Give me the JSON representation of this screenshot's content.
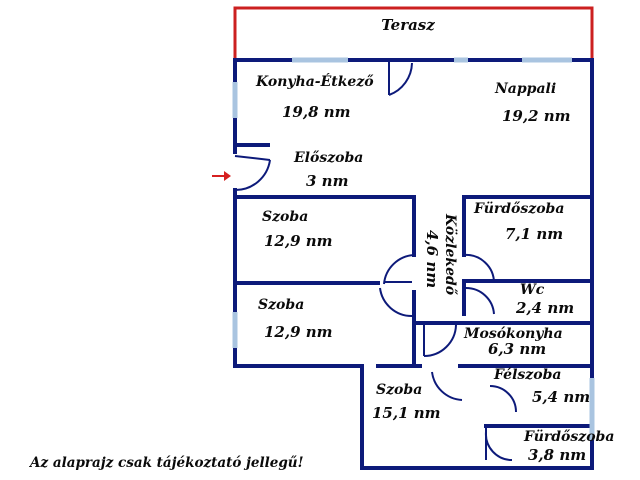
{
  "plan": {
    "terrace": {
      "name": "Terasz"
    },
    "rooms": [
      {
        "id": "konyha",
        "name": "Konyha-Étkező",
        "area": "19,8 nm"
      },
      {
        "id": "nappali",
        "name": "Nappali",
        "area": "19,2 nm"
      },
      {
        "id": "eloszoba",
        "name": "Előszoba",
        "area": "3 nm"
      },
      {
        "id": "szoba1",
        "name": "Szoba",
        "area": "12,9 nm"
      },
      {
        "id": "furdo1",
        "name": "Fürdőszoba",
        "area": "7,1 nm"
      },
      {
        "id": "kozlekedo",
        "name": "Közlekedő",
        "area": "4,6 nm"
      },
      {
        "id": "wc",
        "name": "Wc",
        "area": "2,4 nm"
      },
      {
        "id": "szoba2",
        "name": "Szoba",
        "area": "12,9 nm"
      },
      {
        "id": "mosokonyha",
        "name": "Mosókonyha",
        "area": "6,3 nm"
      },
      {
        "id": "szoba3",
        "name": "Szoba",
        "area": "15,1 nm"
      },
      {
        "id": "felszoba",
        "name": "Félszoba",
        "area": "5,4 nm"
      },
      {
        "id": "furdo2",
        "name": "Fürdőszoba",
        "area": "3,8 nm"
      }
    ],
    "note": "Az alaprajz csak tájékoztató jellegű!"
  },
  "colors": {
    "wall": "#0d1a7a",
    "terrace": "#cc2020",
    "window": "#a9c4e0",
    "door_swing": "#0d1a7a",
    "entry_arrow": "#d62020",
    "label": "#0a0a0a"
  }
}
